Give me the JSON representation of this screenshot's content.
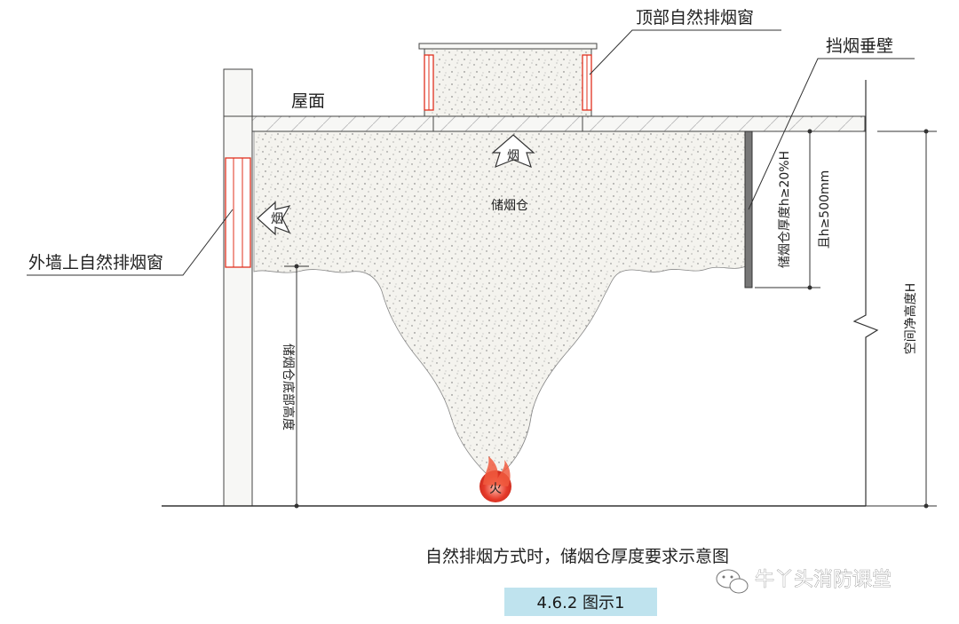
{
  "labels": {
    "top_window": "顶部自然排烟窗",
    "smoke_curtain": "挡烟垂壁",
    "roof": "屋面",
    "smoke_arrow_top": "烟",
    "smoke_arrow_side": "烟",
    "reservoir": "储烟仓",
    "wall_window": "外墙上自然排烟窗",
    "thickness_line1": "储烟仓厚度h≥20%H",
    "thickness_line2": "且h≥500mm",
    "bottom_height": "储烟仓底部高度",
    "clear_height": "空间净高度H",
    "fire": "火"
  },
  "caption": "自然排烟方式时，储烟仓厚度要求示意图",
  "figure_number": "4.6.2 图示1",
  "watermark": "牛丫头消防课堂",
  "colors": {
    "smoke_fill": "#f4f3ee",
    "structure_fill": "#f7f7f5",
    "window_red": "#e0301e",
    "fire_red": "#e53a2a",
    "fig_label_bg": "#bfe3ee",
    "line": "#333333"
  }
}
